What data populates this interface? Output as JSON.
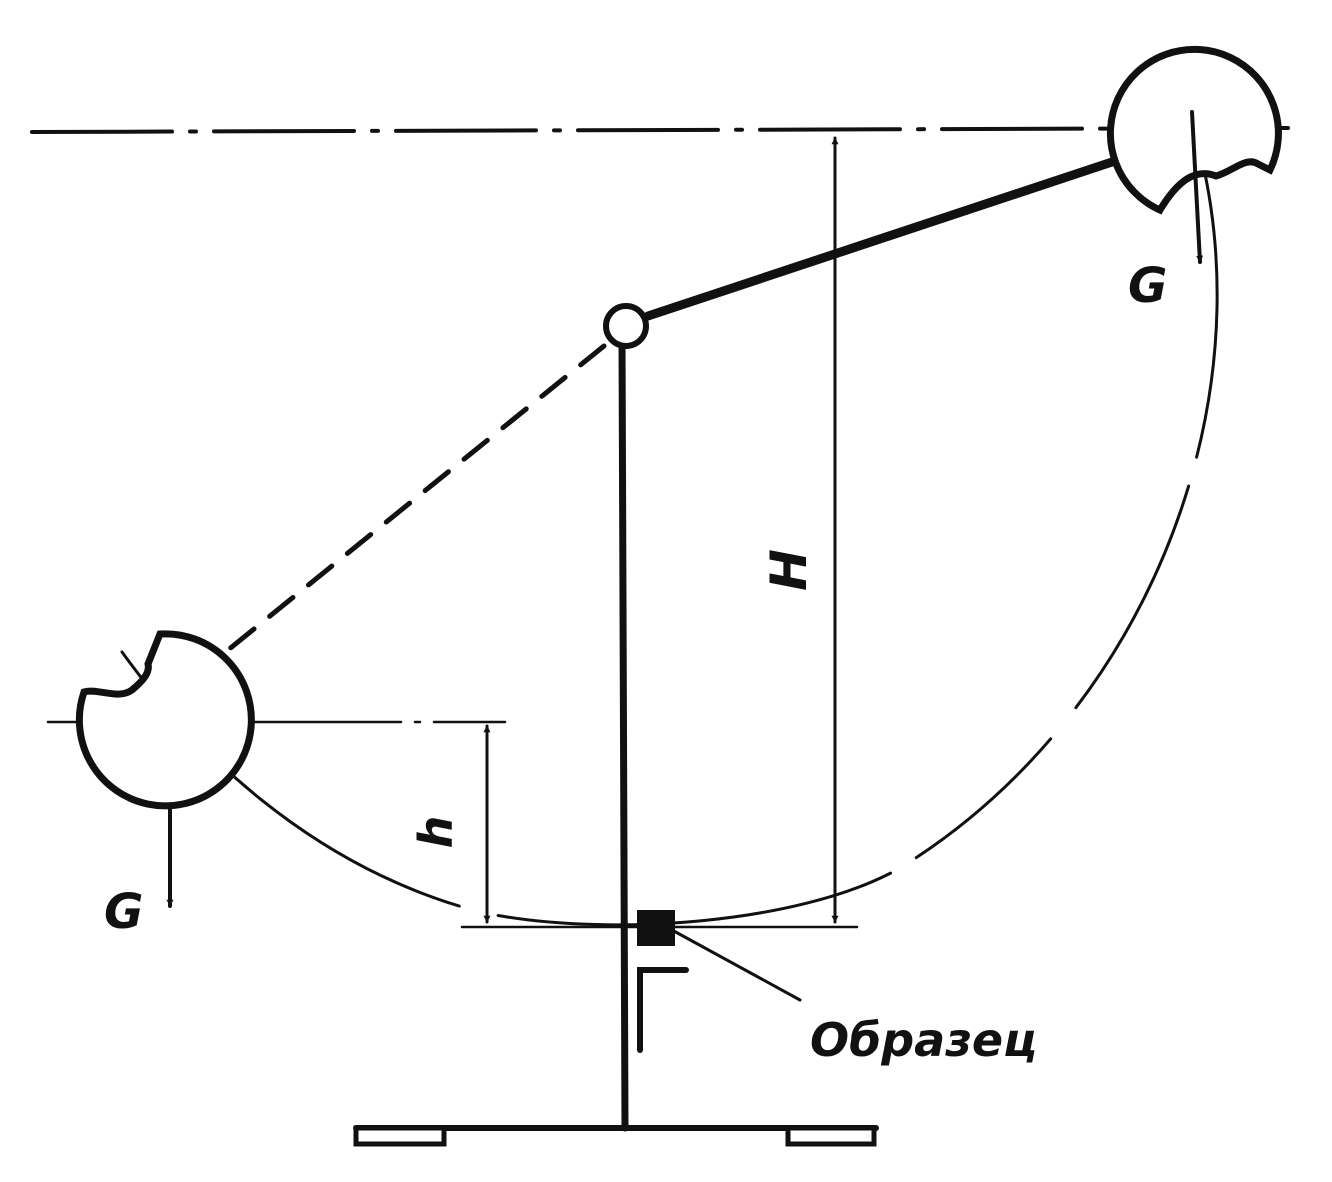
{
  "labels": {
    "weight_top": "G",
    "weight_left": "G",
    "height_drop": "H",
    "height_rise": "h",
    "specimen": "Образец"
  },
  "colors": {
    "ink": "#111111",
    "paper": "#ffffff"
  }
}
